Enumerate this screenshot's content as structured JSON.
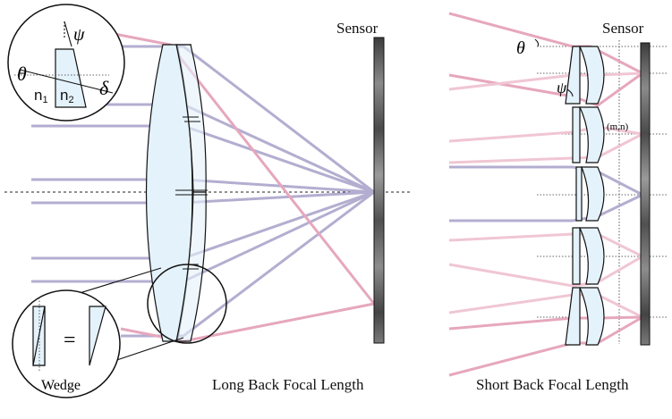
{
  "labels": {
    "sensor_left": "Sensor",
    "sensor_right": "Sensor",
    "caption_left": "Long Back Focal Length",
    "caption_right": "Short Back Focal Length",
    "wedge_caption": "Wedge",
    "psi_top": "ψ",
    "theta_left": "θ",
    "n1": "n",
    "n1_sub": "1",
    "n2": "n",
    "n2_sub": "2",
    "delta": "δ",
    "equals": "=",
    "theta_right": "θ",
    "psi_right": "ψ",
    "mn": "(m,n)"
  },
  "colors": {
    "ray_blue": "#b3aed0",
    "ray_pink": "#e6a7bd",
    "glass": "#e4f2fb"
  }
}
